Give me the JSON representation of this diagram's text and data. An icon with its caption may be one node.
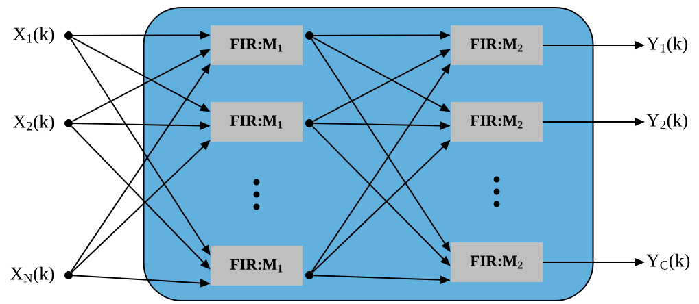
{
  "diagram": {
    "nodes": [
      {
        "text": [],
        "shape": "box"
      },
      {
        "text": [],
        "shape": "circle",
        "beside": [
          "X$_{1}$(k)"
        ]
      },
      {
        "text": [],
        "shape": "circle",
        "beside": [
          "X$_{2}$(k)"
        ]
      },
      {
        "text": [],
        "shape": "circle",
        "beside": [
          "X$_{N}$(k)"
        ]
      },
      {
        "text": [
          "FIR:M$_{1}$"
        ],
        "in": 0
      },
      {
        "text": [
          "FIR:M$_{1}$"
        ],
        "in": 0
      },
      {
        "text": [
          "FIR:M$_{1}$"
        ],
        "in": 0
      },
      {
        "text": [],
        "shape": "circle",
        "in": 0
      },
      {
        "text": [],
        "shape": "circle",
        "in": 0
      },
      {
        "text": [],
        "shape": "circle",
        "in": 0
      },
      {
        "text": [
          "FIR:M$_{2}$"
        ],
        "in": 0
      },
      {
        "text": [
          "FIR:M$_{2}$"
        ],
        "in": 0
      },
      {
        "text": [
          "FIR:M$_{2}$"
        ],
        "in": 0
      },
      {
        "text": [
          "Y$_{1}$(k)"
        ]
      },
      {
        "text": [
          "Y$_{2}$(k)"
        ]
      },
      {
        "text": [
          "Y$_{C}$(k)"
        ]
      }
    ],
    "edges": [
      {
        "from": 1,
        "to": 4,
        "arrow": "to"
      },
      {
        "from": 1,
        "to": 5,
        "arrow": "to"
      },
      {
        "from": 1,
        "to": 6,
        "arrow": "to"
      },
      {
        "from": 2,
        "to": 4,
        "arrow": "to"
      },
      {
        "from": 2,
        "to": 5,
        "arrow": "to"
      },
      {
        "from": 2,
        "to": 6,
        "arrow": "to"
      },
      {
        "from": 3,
        "to": 4,
        "arrow": "to"
      },
      {
        "from": 3,
        "to": 5,
        "arrow": "to"
      },
      {
        "from": 3,
        "to": 6,
        "arrow": "to"
      },
      {
        "from": 7,
        "to": 10,
        "arrow": "to"
      },
      {
        "from": 7,
        "to": 11,
        "arrow": "to"
      },
      {
        "from": 7,
        "to": 12,
        "arrow": "to"
      },
      {
        "from": 8,
        "to": 10,
        "arrow": "to"
      },
      {
        "from": 8,
        "to": 11,
        "arrow": "to"
      },
      {
        "from": 8,
        "to": 12,
        "arrow": "to"
      },
      {
        "from": 9,
        "to": 10,
        "arrow": "to"
      },
      {
        "from": 9,
        "to": 11,
        "arrow": "to"
      },
      {
        "from": 9,
        "to": 12,
        "arrow": "to"
      },
      {
        "from": 10,
        "to": 13,
        "arrow": "to"
      },
      {
        "from": 11,
        "to": 14,
        "arrow": "to"
      },
      {
        "from": 12,
        "to": 15,
        "arrow": "to"
      }
    ]
  }
}
